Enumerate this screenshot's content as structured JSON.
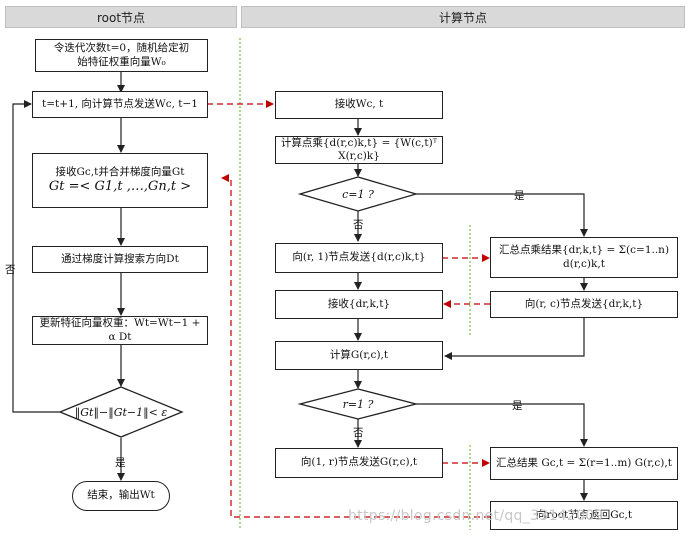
{
  "headers": {
    "left": "root节点",
    "right": "计算节点"
  },
  "boxes": {
    "init_line1": "令迭代次数t=0，随机给定初",
    "init_line2": "始特征权重向量W₀",
    "send": "t=t+1, 向计算节点发送Wc, t−1",
    "recv_merge_line1": "接收Gc,t并合并梯度向量Gt",
    "recv_merge_line2": "Gt =< G1,t ,…,Gn,t >",
    "search_dir": "通过梯度计算搜索方向Dt",
    "update": "更新特征向量权重：Wt=Wt−1 + α Dt",
    "end": "结束，输出Wt",
    "recv_w": "接收Wc, t",
    "dot": "计算点乘{d(r,c)k,t} = {W(c,t)ᵀ X(r,c)k}",
    "send_r1": "向(r, 1)节点发送{d(r,c)k,t}",
    "sum_dot": "汇总点乘结果{dr,k,t} = Σ(c=1..n) d(r,c)k,t",
    "recv_d": "接收{dr,k,t}",
    "send_rc": "向(r, c)节点发送{dr,k,t}",
    "calc_g": "计算G(r,c),t",
    "send_1r": "向(1, r)节点发送G(r,c),t",
    "sum_g": "汇总结果 Gc,t = Σ(r=1..m) G(r,c),t",
    "return_root": "向root节点返回Gc,t"
  },
  "decisions": {
    "converge": "‖Gt‖−‖Gt−1‖< ε",
    "c_eq_1": "c=1 ?",
    "r_eq_1": "r=1 ?"
  },
  "labels": {
    "no": "否",
    "yes": "是",
    "no_c": "否",
    "yes_c": "是",
    "no_r": "否",
    "yes_r": "是"
  },
  "watermark": "https://blog.csdn.net/qq_33142009",
  "colors": {
    "header_bg": "#d9d9d9",
    "line": "#222222",
    "dashed_red": "#c00000",
    "dotted_green": "#7ac143"
  }
}
